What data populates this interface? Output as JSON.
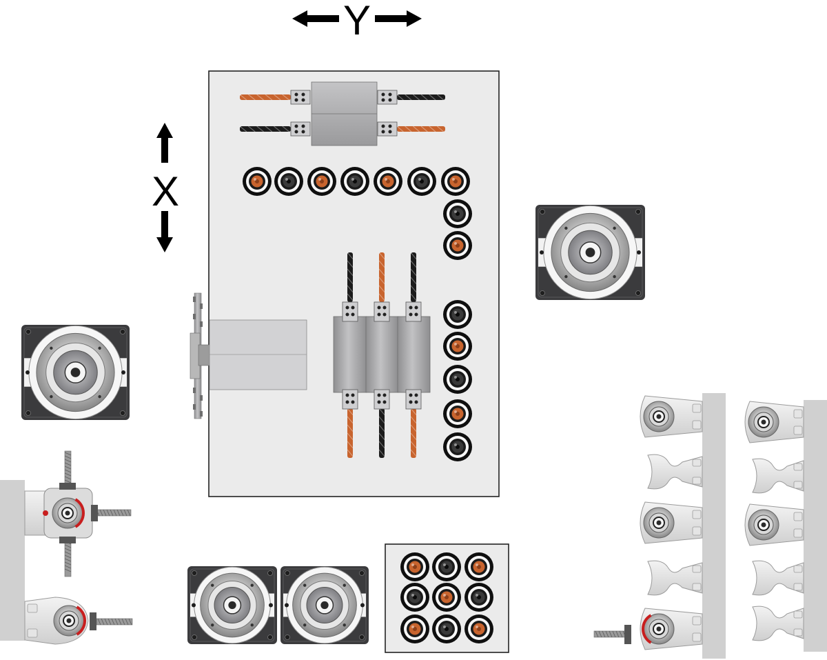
{
  "axes": {
    "y_label": "Y",
    "x_label": "X"
  },
  "colors": {
    "bit_orange": "#c8642e",
    "bit_black": "#1c1c1c",
    "panel": "#ebebeb",
    "block": "#a7a7a9",
    "motor": "#3b3b3d",
    "accent_red": "#c81e1e",
    "rail": "#d0d0d0"
  },
  "main_panel": {
    "top_row_spindles": [
      "orange",
      "black",
      "orange",
      "black",
      "orange",
      "black",
      "orange"
    ],
    "right_column_upper": [
      "black",
      "orange"
    ],
    "right_column_lower": [
      "black",
      "orange",
      "black",
      "orange",
      "black"
    ],
    "horizontal_drills": [
      {
        "left": "orange",
        "right": "black"
      },
      {
        "left": "black",
        "right": "orange"
      }
    ],
    "vertical_drills": [
      {
        "top": "black",
        "bottom": "orange"
      },
      {
        "top": "orange",
        "bottom": "black"
      },
      {
        "top": "black",
        "bottom": "orange"
      }
    ]
  },
  "small_panel": {
    "spindles": [
      "orange",
      "black",
      "orange",
      "black",
      "orange",
      "black",
      "orange",
      "black",
      "orange"
    ]
  },
  "motors": [
    "right-motor",
    "left-motor",
    "bottom-motor-1",
    "bottom-motor-2"
  ],
  "tool_racks": {
    "rack_a": [
      "tool-holder",
      "fork",
      "tool-holder",
      "fork",
      "tool-holder"
    ],
    "rack_b": [
      "tool-holder",
      "fork",
      "tool-holder",
      "fork",
      "fork"
    ]
  }
}
